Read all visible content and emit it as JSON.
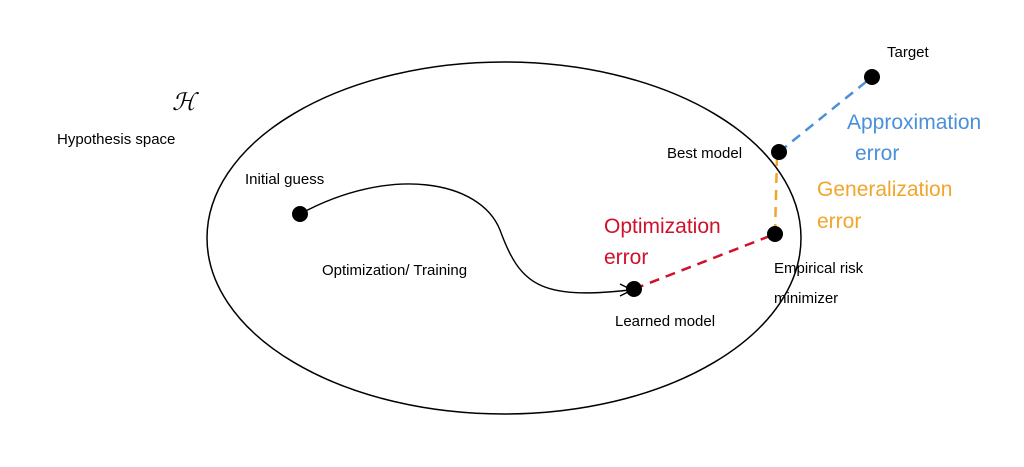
{
  "hypothesis": {
    "symbol": "ℋ",
    "label": "Hypothesis space"
  },
  "nodes": {
    "target": "Target",
    "best_model": "Best model",
    "initial_guess": "Initial guess",
    "empirical_risk_line1": "Empirical risk",
    "empirical_risk_line2": "minimizer",
    "learned_model": "Learned model"
  },
  "path_label": "Optimization/ Training",
  "errors": {
    "approximation": {
      "line1": "Approximation",
      "line2": "error",
      "color": "#4a90d9"
    },
    "generalization": {
      "line1": "Generalization",
      "line2": "error",
      "color": "#f2a52b"
    },
    "optimization": {
      "line1": "Optimization",
      "line2": "error",
      "color": "#d0112b"
    }
  }
}
